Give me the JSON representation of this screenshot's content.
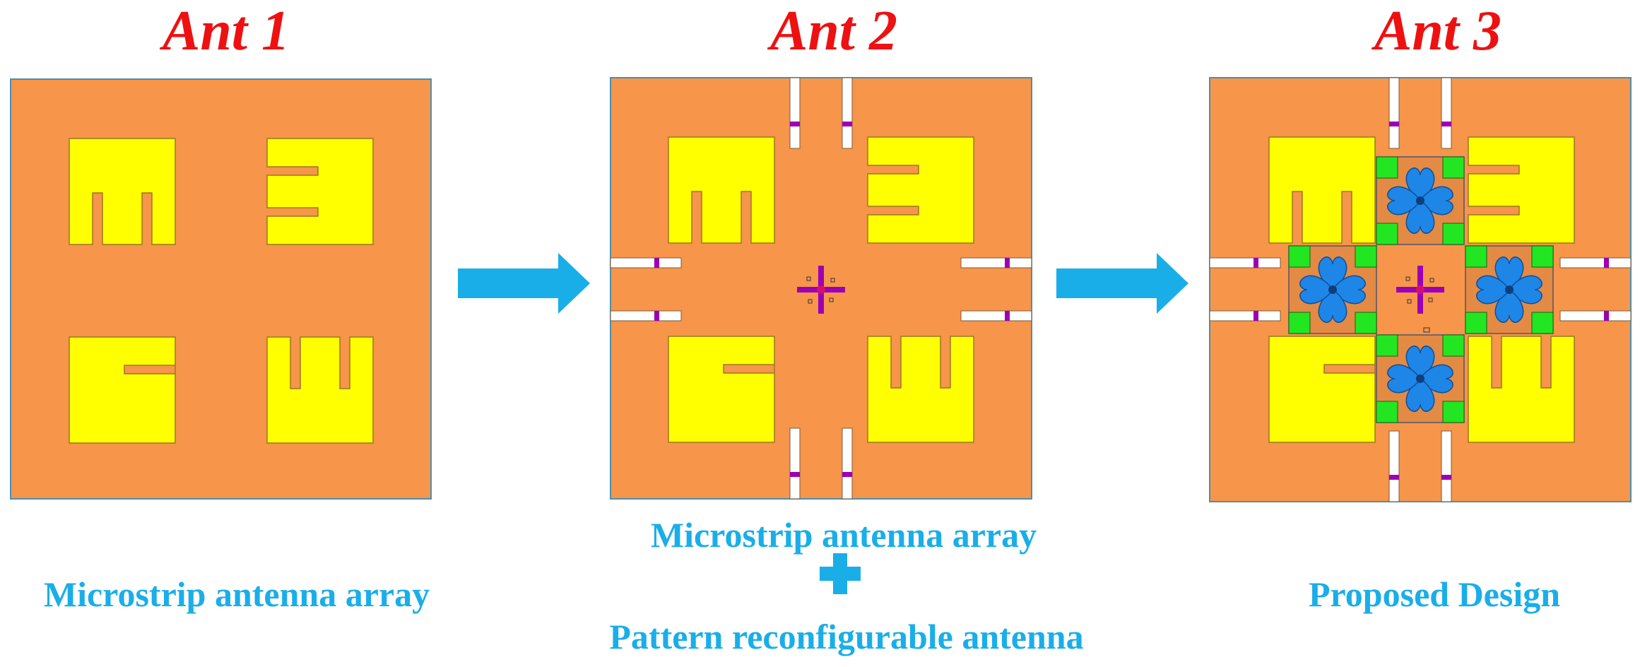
{
  "panels": [
    {
      "title": "Ant 1",
      "caption": "Microstrip antenna array"
    },
    {
      "title": "Ant 2",
      "caption_top": "Microstrip antenna array",
      "caption_bottom": "Pattern reconfigurable antenna"
    },
    {
      "title": "Ant 3",
      "caption": "Proposed Design"
    }
  ],
  "colors": {
    "title": "#ee1111",
    "caption": "#1aaee9",
    "substrate": "#f7954a",
    "patch": "#ffff00",
    "arrow": "#1aaee9",
    "pin": "#9b00b5",
    "green_pad": "#22e622",
    "petal": "#1e86e6"
  },
  "icons": {
    "arrow": "right-arrow-icon",
    "plus": "plus-icon"
  }
}
